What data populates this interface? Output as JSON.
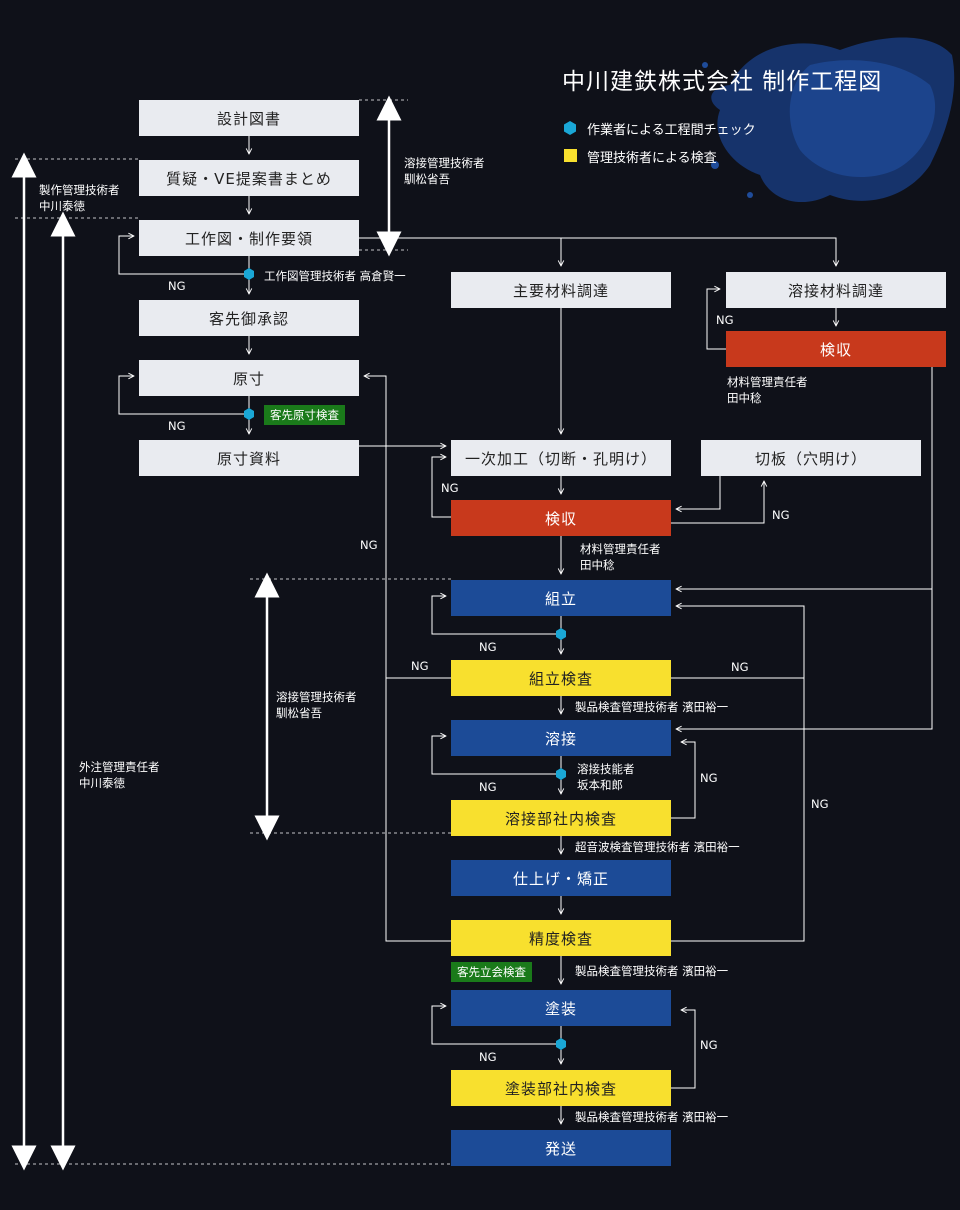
{
  "title": "中川建鉄株式会社 制作工程図",
  "legend": {
    "hex": "作業者による工程間チェック",
    "square": "管理技術者による検査"
  },
  "colors": {
    "background": "#0f1119",
    "white_box": "#e9ebf0",
    "blue_box": "#1c4b97",
    "red_box": "#c8391c",
    "yellow_box": "#f8e02e",
    "green_tag": "#1a7a1a",
    "check_hex": "#1aa7d6"
  },
  "boxes": {
    "sekkei": "設計図書",
    "shitsugi": "質疑・VE提案書まとめ",
    "kousakuzu": "工作図・制作要領",
    "kyakusaki_shounin": "客先御承認",
    "gensun": "原寸",
    "gensun_shiryou": "原寸資料",
    "shuyou_zairyou": "主要材料調達",
    "yousetsu_zairyou": "溶接材料調達",
    "kenshuu1": "検収",
    "ichiji_kakou": "一次加工（切断・孔明け）",
    "kiriita": "切板（穴明け）",
    "kenshuu2": "検収",
    "kumitate": "組立",
    "kumitate_kensa": "組立検査",
    "yousetsu": "溶接",
    "yousetsu_kensa": "溶接部社内検査",
    "shiage": "仕上げ・矯正",
    "seido_kensa": "精度検査",
    "tosou": "塗装",
    "tosou_kensa": "塗装部社内検査",
    "hassou": "発送"
  },
  "people": {
    "yousetsu_kanri_top": [
      "溶接管理技術者",
      "馴松省吾"
    ],
    "seisaku_kanri": [
      "製作管理技術者",
      "中川泰徳"
    ],
    "kousakuzu_kanri": "工作図管理技術者 高倉賢一",
    "zairyou_kanri_1": [
      "材料管理責任者",
      "田中稔"
    ],
    "zairyou_kanri_2": [
      "材料管理責任者",
      "田中稔"
    ],
    "yousetsu_kanri_mid": [
      "溶接管理技術者",
      "馴松省吾"
    ],
    "gaichuu_kanri": [
      "外注管理責任者",
      "中川泰徳"
    ],
    "seihin_kensa_1": "製品検査管理技術者 濱田裕一",
    "yousetsu_ginousha": [
      "溶接技能者",
      "坂本和郎"
    ],
    "choonpa": "超音波検査管理技術者 濱田裕一",
    "seihin_kensa_2": "製品検査管理技術者 濱田裕一",
    "seihin_kensa_3": "製品検査管理技術者 濱田裕一"
  },
  "tags": {
    "kyakusaki_gensun": "客先原寸検査",
    "kyakusaki_tachiai": "客先立会検査"
  },
  "ng": "NG"
}
